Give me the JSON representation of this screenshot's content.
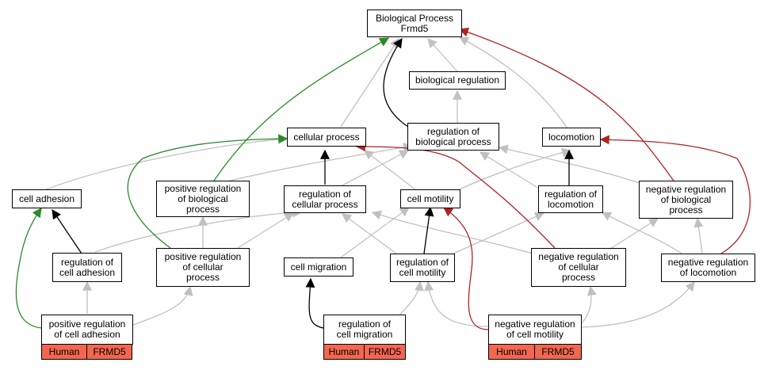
{
  "colors": {
    "grey": "#c0c0c0",
    "black": "#000000",
    "green": "#2a8a2a",
    "red": "#b22222",
    "tag": "#f26750"
  },
  "nodes": {
    "root": {
      "line1": "Biological Process",
      "line2": "Frmd5"
    },
    "bio_reg": {
      "line1": "biological regulation"
    },
    "cellular_process": {
      "line1": "cellular process"
    },
    "reg_bio": {
      "line1": "regulation of",
      "line2": "biological process"
    },
    "locomotion": {
      "line1": "locomotion"
    },
    "cell_adhesion": {
      "line1": "cell adhesion"
    },
    "pos_reg_bio": {
      "line1": "positive regulation",
      "line2": "of biological",
      "line3": "process"
    },
    "reg_cellular": {
      "line1": "regulation of",
      "line2": "cellular process"
    },
    "cell_motility": {
      "line1": "cell motility"
    },
    "reg_locomotion": {
      "line1": "regulation of",
      "line2": "locomotion"
    },
    "neg_reg_bio": {
      "line1": "negative regulation",
      "line2": "of biological",
      "line3": "process"
    },
    "reg_cell_adhesion": {
      "line1": "regulation of",
      "line2": "cell adhesion"
    },
    "pos_reg_cellular": {
      "line1": "positive regulation",
      "line2": "of cellular",
      "line3": "process"
    },
    "cell_migration": {
      "line1": "cell migration"
    },
    "reg_cell_motility": {
      "line1": "regulation of",
      "line2": "cell motility"
    },
    "neg_reg_cellular": {
      "line1": "negative regulation",
      "line2": "of cellular",
      "line3": "process"
    },
    "neg_reg_locomotion": {
      "line1": "negative regulation",
      "line2": "of locomotion"
    },
    "pos_reg_cell_adhesion": {
      "line1": "positive regulation",
      "line2": "of cell adhesion"
    },
    "reg_cell_migration": {
      "line1": "regulation of",
      "line2": "cell migration"
    },
    "neg_reg_cell_motility": {
      "line1": "negative regulation",
      "line2": "of cell motility"
    }
  },
  "tags": {
    "pos_reg_cell_adhesion": {
      "species": "Human",
      "gene": "FRMD5"
    },
    "reg_cell_migration": {
      "species": "Human",
      "gene": "FRMD5"
    },
    "neg_reg_cell_motility": {
      "species": "Human",
      "gene": "FRMD5"
    }
  }
}
